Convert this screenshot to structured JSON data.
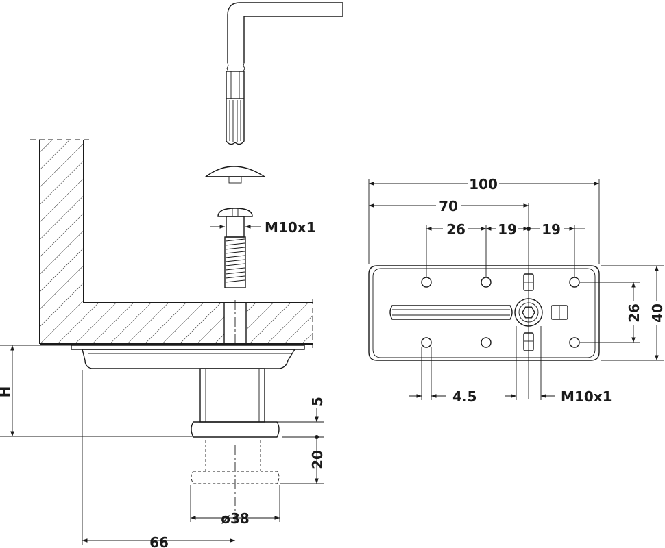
{
  "colors": {
    "line": "#1a1a1a",
    "background": "#ffffff",
    "part_fill": "#ffffff",
    "shade": "#d9d9d9"
  },
  "icons": [
    "hex-key-icon",
    "cover-cap-icon",
    "machine-screw-icon",
    "adjustable-foot-icon",
    "mounting-plate-icon"
  ],
  "side_view": {
    "screw_label": "M10x1",
    "height_label": "H",
    "foot_thickness": "5",
    "adjust_range": "20",
    "foot_diameter": "ø38",
    "offset": "66"
  },
  "plate_view": {
    "overall_length": "100",
    "hole_span": "70",
    "hole_pitch": "26",
    "pitch_a": "19",
    "pitch_b": "19",
    "height": "40",
    "hole_rows": "26",
    "hole_diameter": "4.5",
    "thread": "M10x1"
  }
}
